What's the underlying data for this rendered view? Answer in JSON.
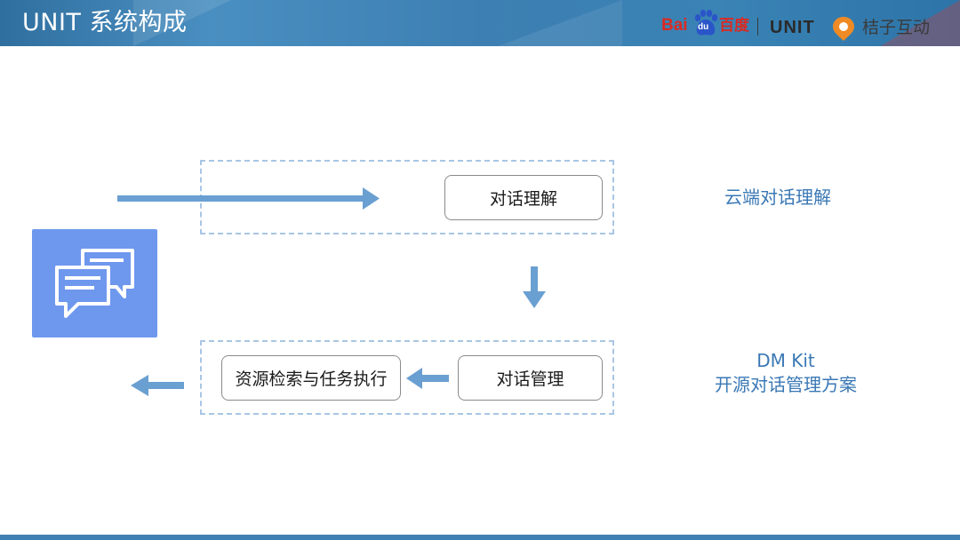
{
  "header": {
    "title": "UNIT 系统构成",
    "logos": {
      "baidu_prefix": "Bai",
      "baidu_paw_text": "du",
      "baidu_suffix": "百度",
      "unit": "UNIT",
      "partner": "桔子互动"
    }
  },
  "diagram": {
    "nodes": {
      "nlu": "对话理解",
      "dm": "对话管理",
      "execution": "资源检索与任务执行"
    },
    "labels": {
      "cloud_nlu": "云端对话理解",
      "dmkit_line1": "DM Kit",
      "dmkit_line2": "开源对话管理方案"
    }
  },
  "colors": {
    "header": "#3d7fb2",
    "accent_text": "#3a78b5",
    "chat_tile": "#6e98ee",
    "arrow": "#6a9fd1",
    "dashed_border": "#a8c6e4",
    "baidu_red": "#d82a23"
  },
  "icons": [
    "chat-bubbles-icon",
    "baidu-paw-icon",
    "juzi-logo-icon"
  ]
}
